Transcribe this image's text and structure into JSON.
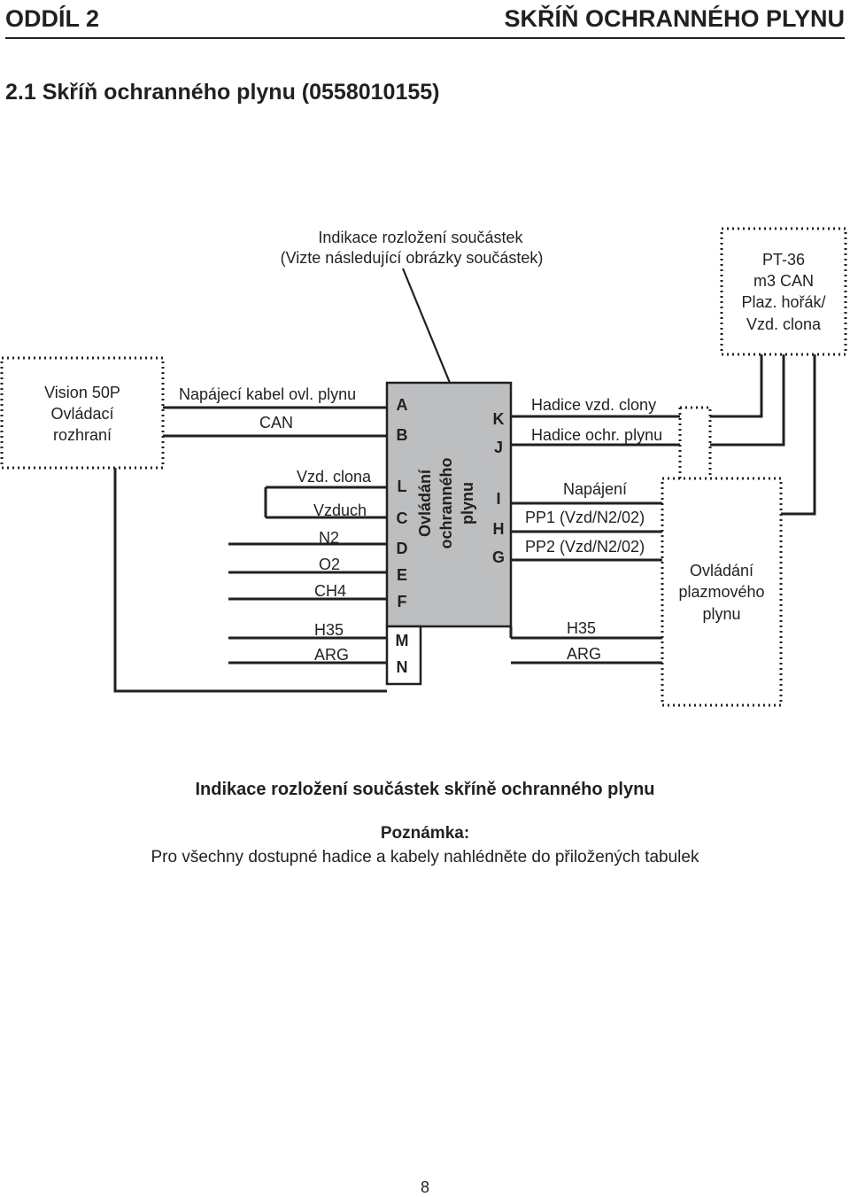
{
  "header": {
    "section": "ODDÍL 2",
    "section_title": "SKŘÍŇ OCHRANNÉHO PLYNU"
  },
  "subsection_title": "2.1     Skříň ochranného plynu (0558010155)",
  "diagram": {
    "callout_line1": "Indikace rozložení součástek",
    "callout_line2": "(Vizte následující obrázky součástek)",
    "pt36_box": [
      "PT-36",
      "m3 CAN",
      "Plaz. hořák/",
      "Vzd. clona"
    ],
    "vision_box": [
      "Vision 50P",
      "Ovládací",
      "rozhraní"
    ],
    "left_labels": {
      "napajeci": "Napájecí kabel ovl. plynu",
      "can": "CAN",
      "vzd_clona": "Vzd. clona",
      "vzduch": "Vzduch",
      "n2": "N2",
      "o2": "O2",
      "ch4": "CH4",
      "h35": "H35",
      "arg": "ARG"
    },
    "center_box_label": [
      "Ovládání",
      "ochranného",
      "plynu"
    ],
    "left_letters": [
      "A",
      "B",
      "L",
      "C",
      "D",
      "E",
      "F",
      "M",
      "N"
    ],
    "right_letters": [
      "K",
      "J",
      "I",
      "H",
      "G"
    ],
    "right_labels": {
      "hadice_vzd": "Hadice vzd. clony",
      "hadice_ochr": "Hadice ochr. plynu",
      "napajeni": "Napájení",
      "pp1": "PP1 (Vzd/N2/02)",
      "pp2": "PP2 (Vzd/N2/02)",
      "h35": "H35",
      "arg": "ARG"
    },
    "plasma_box": [
      "Ovládání",
      "plazmového",
      "plynu"
    ],
    "colors": {
      "line": "#231f20",
      "box_fill": "#bcbec0",
      "dotted": "#231f20"
    }
  },
  "caption": "Indikace rozložení součástek skříně ochranného plynu",
  "note_title": "Poznámka:",
  "note_text": "Pro všechny dostupné hadice a kabely nahlédněte do přiložených tabulek",
  "page_number": "8"
}
